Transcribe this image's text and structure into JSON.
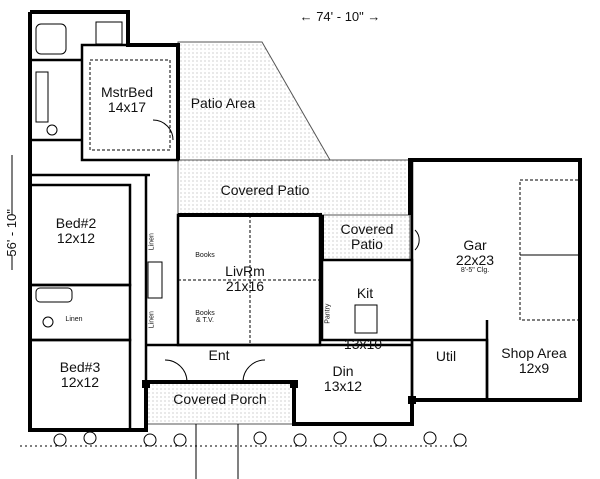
{
  "dimensions": {
    "width": "← 74' - 10\" →",
    "depth": "56' - 10\""
  },
  "rooms": {
    "master_bed": {
      "name": "MstrBed",
      "size": "14x17"
    },
    "patio_area": {
      "name": "Patio Area"
    },
    "covered_patio_main": {
      "name": "Covered Patio"
    },
    "covered_patio_side": {
      "name": "Covered",
      "name2": "Patio"
    },
    "bed2": {
      "name": "Bed#2",
      "size": "12x12"
    },
    "bed3": {
      "name": "Bed#3",
      "size": "12x12"
    },
    "living": {
      "name": "LivRm",
      "size": "21x16"
    },
    "kitchen": {
      "name": "Kit",
      "size": "13x10"
    },
    "dining": {
      "name": "Din",
      "size": "13x12"
    },
    "entry": {
      "name": "Ent"
    },
    "covered_porch": {
      "name": "Covered Porch"
    },
    "garage": {
      "name": "Gar",
      "size": "22x23",
      "note": "8'-5\" Clg."
    },
    "utility": {
      "name": "Util"
    },
    "shop": {
      "name": "Shop Area",
      "size": "12x9"
    }
  },
  "small_labels": {
    "books": "Books",
    "books_tv": "Books",
    "books_tv2": "& T.V.",
    "linen1": "Linen",
    "linen2": "Linen",
    "linen3": "Linen",
    "pantry": "Pantry"
  }
}
